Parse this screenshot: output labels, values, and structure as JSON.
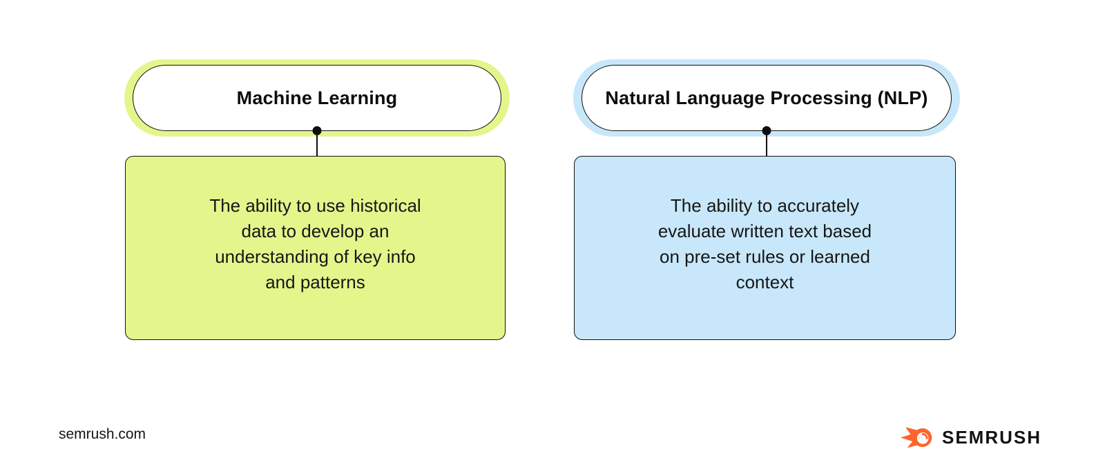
{
  "page": {
    "background": "#ffffff"
  },
  "diagram": {
    "nodes": [
      {
        "title": "Machine Learning",
        "description": "The ability to use historical\ndata to develop an\nunderstanding of key info\nand patterns",
        "accent": "#e4f58c"
      },
      {
        "title": "Natural Language Processing (NLP)",
        "description": "The ability to accurately\nevaluate written text based\non pre-set rules or learned\ncontext",
        "accent": "#c8e7fa"
      }
    ]
  },
  "footer": {
    "source": "semrush.com",
    "brand_name": "SEMRUSH",
    "brand_color": "#ff642d"
  }
}
